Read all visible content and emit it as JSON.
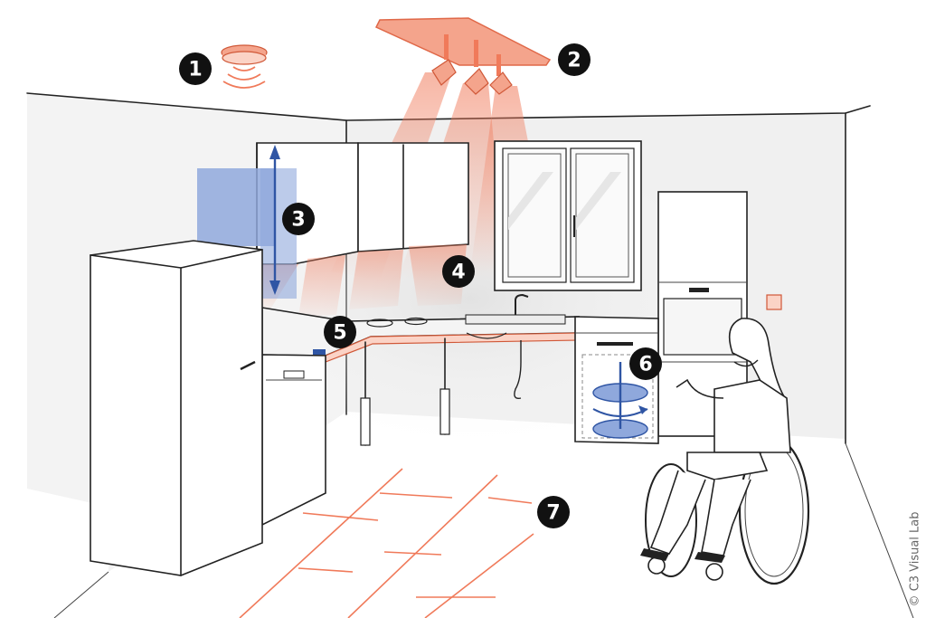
{
  "illustration": {
    "badges": [
      {
        "label": "1",
        "feature": "smoke-detector"
      },
      {
        "label": "2",
        "feature": "ceiling-spotlights"
      },
      {
        "label": "3",
        "feature": "height-adjustable-wall-cabinet"
      },
      {
        "label": "4",
        "feature": "under-cabinet-lighting"
      },
      {
        "label": "5",
        "feature": "height-adjustable-worktop"
      },
      {
        "label": "6",
        "feature": "rotating-carousel-shelves"
      },
      {
        "label": "7",
        "feature": "floor-guidance-lines"
      }
    ],
    "copyright": "© C3 Visual Lab"
  },
  "colors": {
    "accent_orange": "#f07a5a",
    "light_orange": "#fbd3c6",
    "accent_blue": "#2f55a4",
    "light_blue": "#8fa8dc",
    "outline": "#222222",
    "wall_shade": "#eeeeee"
  }
}
